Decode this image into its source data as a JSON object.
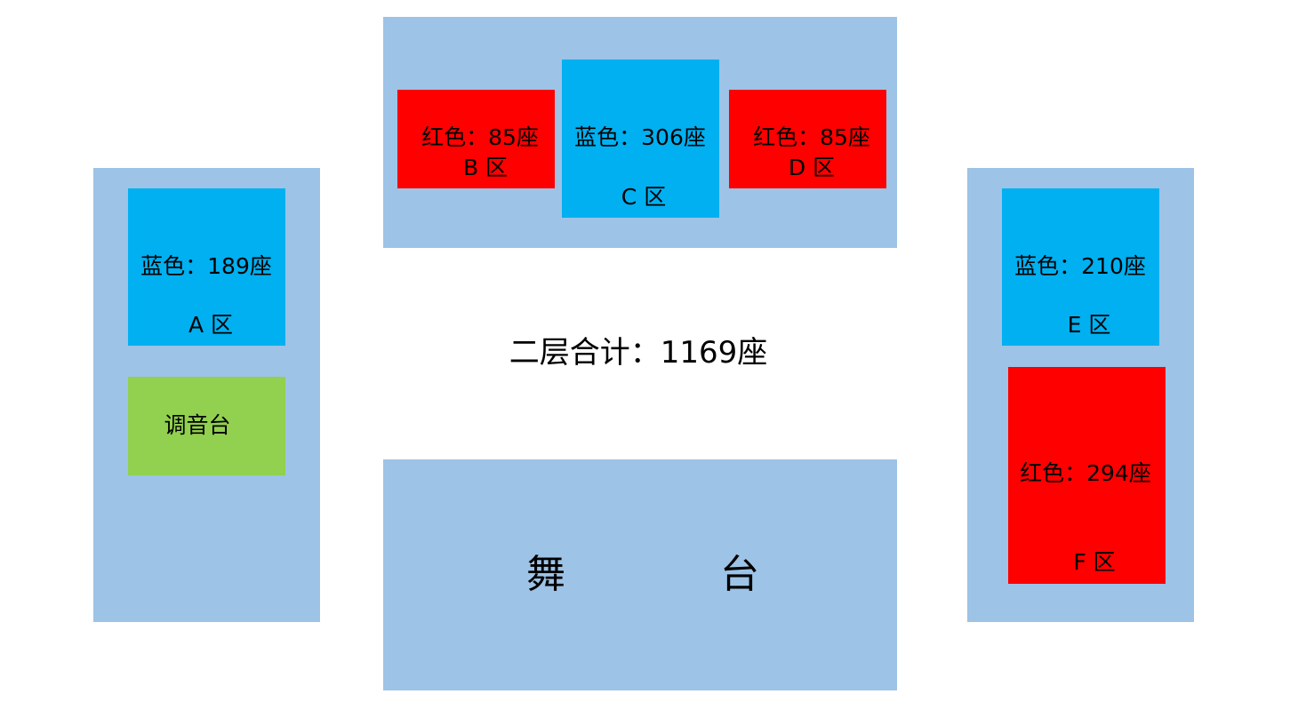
{
  "colors": {
    "panel": "#9DC3E6",
    "blue": "#00B0F0",
    "red": "#FF0000",
    "green": "#92D050"
  },
  "sections": {
    "A": {
      "seats": "蓝色：189座",
      "label": "A 区"
    },
    "B": {
      "seats": "红色：85座",
      "label": "B 区"
    },
    "C": {
      "seats": "蓝色：306座",
      "label": "C 区"
    },
    "D": {
      "seats": "红色：85座",
      "label": "D 区"
    },
    "E": {
      "seats": "蓝色：210座",
      "label": "E 区"
    },
    "F": {
      "seats": "红色：294座",
      "label": "F 区"
    }
  },
  "mixing_desk": "调音台",
  "total": "二层合计：1169座",
  "stage": {
    "char1": "舞",
    "char2": "台"
  }
}
